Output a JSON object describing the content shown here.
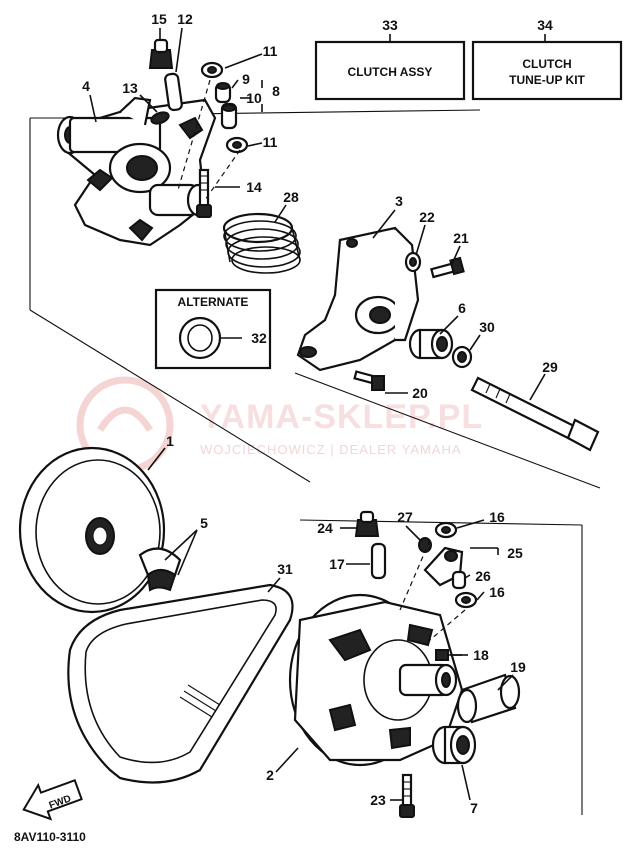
{
  "boxes": {
    "clutch_assy": {
      "number": "33",
      "label": "CLUTCH ASSY"
    },
    "tuneup": {
      "number": "34",
      "label_line1": "CLUTCH",
      "label_line2": "TUNE-UP KIT"
    },
    "alternate": {
      "title": "ALTERNATE",
      "number": "32"
    }
  },
  "callouts": {
    "c1": "1",
    "c2": "2",
    "c3": "3",
    "c4": "4",
    "c5": "5",
    "c6": "6",
    "c7": "7",
    "c8": "8",
    "c9": "9",
    "c10": "10",
    "c11a": "11",
    "c11b": "11",
    "c12": "12",
    "c13": "13",
    "c14": "14",
    "c15": "15",
    "c16a": "16",
    "c16b": "16",
    "c17": "17",
    "c18": "18",
    "c19": "19",
    "c20": "20",
    "c21": "21",
    "c22": "22",
    "c23": "23",
    "c24": "24",
    "c25": "25",
    "c26": "26",
    "c27": "27",
    "c28": "28",
    "c29": "29",
    "c30": "30",
    "c31": "31"
  },
  "diagram_code": "8AV110-3110",
  "fwd_label": "FWD",
  "watermark": {
    "brand": "YAMA-SKLEP.PL",
    "tagline": "WOJCIECHOWICZ | DEALER YAMAHA"
  }
}
